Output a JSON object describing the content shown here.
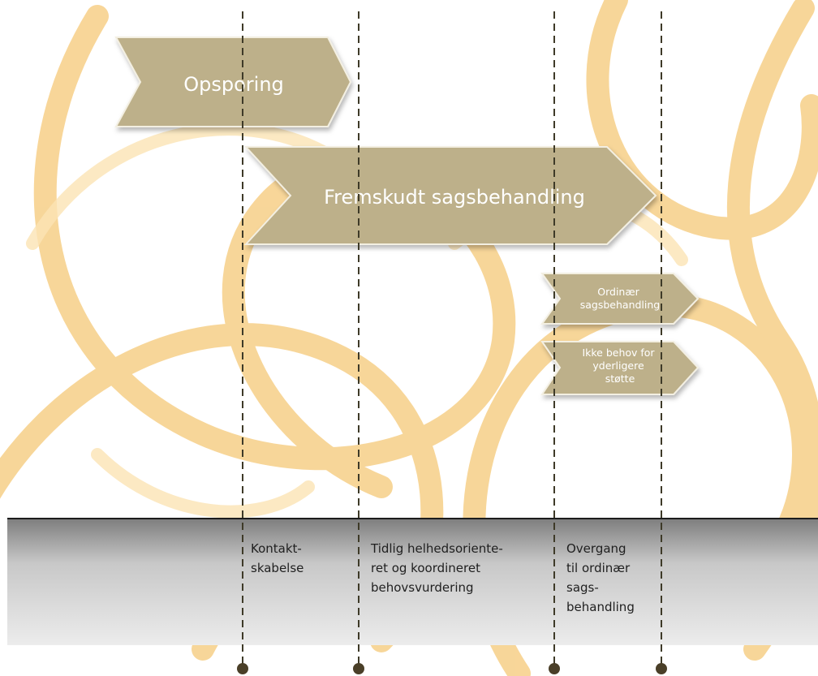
{
  "chevrons": {
    "opsporing": "Opsporing",
    "fremskudt": "Fremskudt sagsbehandling",
    "ordinaer": [
      "Ordinær",
      "sagsbehandling"
    ],
    "ikke_behov": [
      "Ikke behov for",
      "yderligere",
      "støtte"
    ]
  },
  "phases": {
    "kontakt": "Kontakt-\nskabelse",
    "tidlig": "Tidlig helhedsoriente-\nret og koordineret\nbehovsvurdering",
    "overgang": "Overgang\ntil ordinær\nsags-\nbehandling"
  },
  "colors": {
    "chevron_fill": "#bdb08a",
    "chevron_stroke": "#f3efe2",
    "swirl": "#f7d28e",
    "divider": "#3e3a28",
    "dot": "#4a3f28"
  }
}
